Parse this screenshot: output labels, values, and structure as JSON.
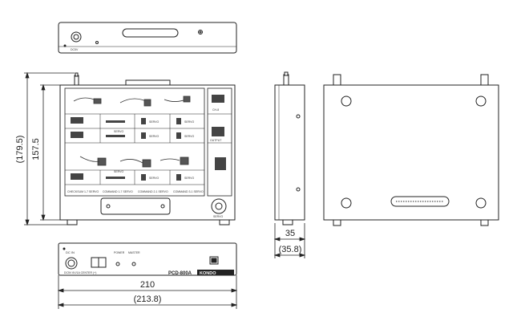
{
  "dimensions": {
    "front_height_outer": "(179.5)",
    "front_height": "157.5",
    "side_depth": "35",
    "side_depth_outer": "(35.8)",
    "bottom_width": "210",
    "bottom_width_outer": "(213.8)"
  },
  "top_view": {
    "dc_label": "DC5V"
  },
  "front_panel": {
    "section_labels": [
      "CH-8",
      "OUTPUT",
      "SERVO",
      "SERVO",
      "SERVO",
      "SERVO",
      "SERVO",
      "SERVO",
      "SERVO",
      "SERVO"
    ],
    "bottom_labels": [
      "CHECKSUM  1-7 SERVO",
      "COMMAND  1-7 SERVO",
      "COMMAND  2-1 SERVO",
      "COMMAND  3-1 SERVO"
    ],
    "dial_label": "SERVO"
  },
  "rear_panel": {
    "dc_in_label": "DC IN",
    "dc_in_sub": "DC5V  6V/1A\nCENTER (+)",
    "power_label": "POWER",
    "master_label": "MASTER",
    "model_label": "PCD-800A",
    "brand_label": "KONDO"
  },
  "colors": {
    "line": "#222222",
    "panel_fill": "#ffffff",
    "panel_inner": "#f4f4f4"
  }
}
